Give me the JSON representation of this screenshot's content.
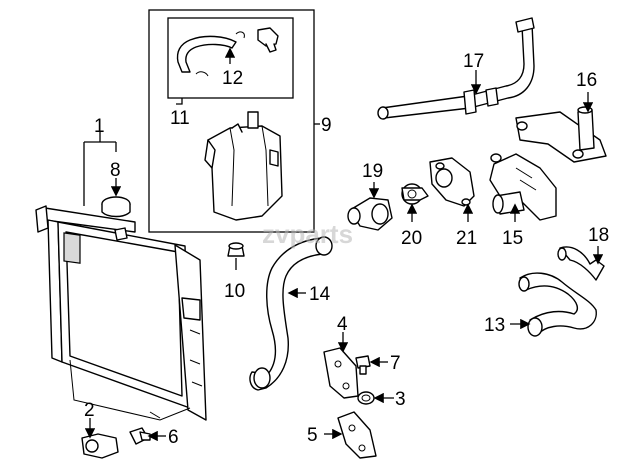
{
  "diagram": {
    "watermark": "zvparts",
    "callouts": {
      "c1": "1",
      "c2": "2",
      "c3": "3",
      "c4": "4",
      "c5": "5",
      "c6": "6",
      "c7": "7",
      "c8": "8",
      "c9": "9",
      "c10": "10",
      "c11": "11",
      "c12": "12",
      "c13": "13",
      "c14": "14",
      "c15": "15",
      "c16": "16",
      "c17": "17",
      "c18": "18",
      "c19": "19",
      "c20": "20",
      "c21": "21"
    }
  }
}
